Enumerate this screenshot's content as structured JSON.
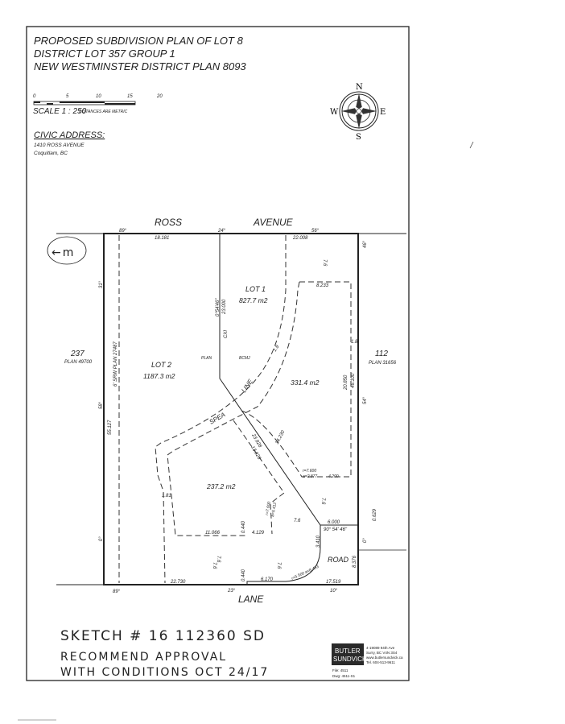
{
  "title": {
    "line1": "PROPOSED SUBDIVISION PLAN OF LOT 8",
    "line2": "DISTRICT LOT 357 GROUP 1",
    "line3": "NEW WESTMINSTER DISTRICT PLAN 8093"
  },
  "scale": {
    "ticks": [
      "0",
      "5",
      "10",
      "15",
      "20"
    ],
    "label": "SCALE  1 : 250",
    "note": "DISTANCES ARE METRIC"
  },
  "civic": {
    "heading": "CIVIC ADDRESS:",
    "street": "1410 ROSS AVENUE",
    "city": "Coquitlam, BC"
  },
  "compass": {
    "n": "N",
    "s": "S",
    "e": "E",
    "w": "W"
  },
  "streets": {
    "ross": "ROSS",
    "avenue": "AVENUE",
    "lane": "LANE",
    "road": "ROAD"
  },
  "neighbours": {
    "west_lot": "237",
    "west_plan": "PLAN 49700",
    "east_lot": "112",
    "east_plan": "PLAN 31656"
  },
  "lots": {
    "lot1_label": "LOT 1",
    "lot1_area": "827.7  m2",
    "lot2_label": "LOT 2",
    "lot2_area": "1187.3  m2",
    "area_east": "331.4  m2",
    "area_south": "237.2  m2"
  },
  "labels": {
    "srw": "6' SRW PLAN 27487",
    "spea": "SPEA",
    "line": "LINE",
    "plan": "PLAN",
    "bcmj": "BCMJ",
    "cxi": "CXI"
  },
  "dimensions": {
    "top_left": "18.181",
    "top_right": "22.008",
    "west": "55.127",
    "mid_bearing": "0°54'46\"",
    "mid_len": "23.000",
    "bldg_top": "8.233",
    "east_inner": "20.850",
    "east": "46.100",
    "setback_a": "7.6",
    "setback_b": "1.8",
    "setback_c": "1.8",
    "setback_d": "1.81",
    "diag_a": "14.230",
    "diag_b": "23.828",
    "diag_c": "13.823",
    "curve_a": "r=7.600",
    "curve_b": "a=2.877",
    "len_4200": "4.200",
    "curve_c": "r=7.600",
    "curve_d": "a=5.412",
    "bottom_in_a": "11.066",
    "bottom_in_b": "4.129",
    "off_a": "0.440",
    "off_b": "0.440",
    "bottom_a": "22.730",
    "bottom_b": "6.170",
    "bottom_c": "17.519",
    "arc": "r=5.500 a=8.453",
    "road_w": "6.000",
    "road_angle": "90° 54' 46\"",
    "road_v": "3.410",
    "road_e": "8.376",
    "road_off": "0.629",
    "deg_89a": "89°",
    "deg_24": "24°",
    "deg_56": "56°",
    "deg_46": "46°",
    "deg_31": "31°",
    "deg_58": "58°",
    "deg_0a": "0°",
    "deg_54": "54°",
    "deg_0b": "0°",
    "deg_89b": "89°",
    "deg_23": "23°",
    "deg_10": "10°",
    "s76a": "7.6",
    "s76b": "7.6",
    "s76c": "7.6",
    "s76d": "7.6",
    "s76e": "7.6"
  },
  "handwritten": {
    "circle_note": "←m",
    "sketch": "SKETCH # 16 112360 SD",
    "recommend": "RECOMMEND APPROVAL",
    "conditions": "WITH CONDITIONS   OCT 24/17"
  },
  "firm": {
    "name1": "BUTLER",
    "name2": "SUNDVICK",
    "addr1": "4-19089 94th Ave",
    "addr2": "Surry, BC V4N 3S4",
    "web": "www.butlersundvick.ca",
    "tel": "Tel. 604-513-9611",
    "file": "File: 4511",
    "dwg": "Dwg: 4511-S1"
  }
}
